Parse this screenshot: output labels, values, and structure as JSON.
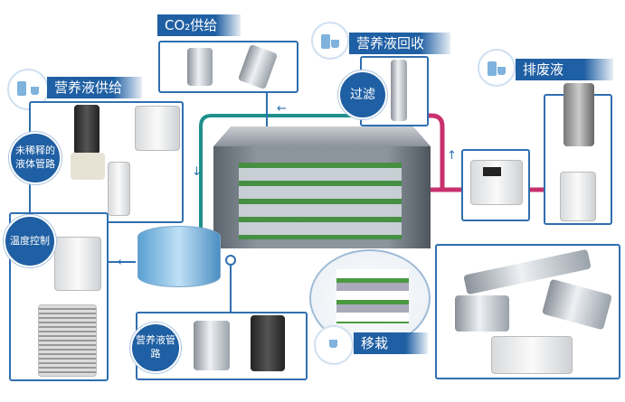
{
  "sections": {
    "co2_supply": {
      "title": "CO₂供给"
    },
    "nutrient_supply": {
      "title": "营养液供给",
      "badge": "未稀释的液体管路"
    },
    "nutrient_recovery": {
      "title": "营养液回收",
      "badge": "过滤"
    },
    "drain": {
      "title": "排废液"
    },
    "temperature": {
      "badge": "温度控制"
    },
    "nutrient_line": {
      "badge": "营养液管路"
    },
    "transplant": {
      "title": "移栽"
    }
  },
  "colors": {
    "accent": "#1f5fa3",
    "pipe_teal": "#1f8f8a",
    "pipe_pink": "#c8306e"
  }
}
